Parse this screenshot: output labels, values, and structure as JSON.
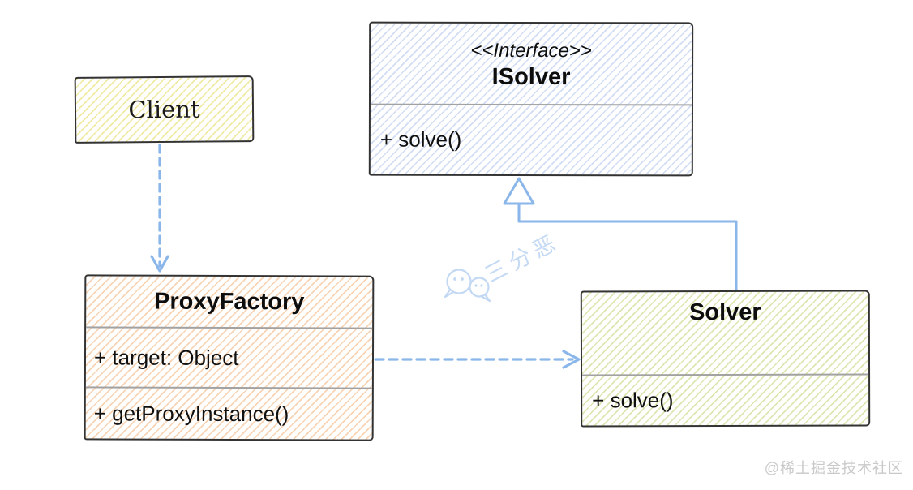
{
  "diagram_type": "uml-class-diagram",
  "classes": {
    "client": {
      "name": "Client"
    },
    "isolver": {
      "stereotype": "<<Interface>>",
      "name": "ISolver",
      "methods": [
        "+ solve()"
      ]
    },
    "proxy_factory": {
      "name": "ProxyFactory",
      "attributes": [
        "+ target: Object"
      ],
      "methods": [
        "+ getProxyInstance()"
      ]
    },
    "solver": {
      "name": "Solver",
      "methods": [
        "+ solve()"
      ]
    }
  },
  "relationships": [
    {
      "from": "Client",
      "to": "ProxyFactory",
      "type": "dashed-dependency-arrow"
    },
    {
      "from": "ProxyFactory",
      "to": "Solver",
      "type": "dashed-dependency-arrow"
    },
    {
      "from": "Solver",
      "to": "ISolver",
      "type": "realization-hollow-triangle"
    }
  ],
  "watermarks": {
    "center": "三分恶",
    "bottom_right": "@稀土掘金技术社区"
  },
  "colors": {
    "box_border": "#333333",
    "compartment_divider": "#a2a2a2",
    "client_hatch": "#e2db5a",
    "isolver_hatch": "#87a5e1",
    "proxy_factory_hatch": "#f0a564",
    "solver_hatch": "#b4cd5a",
    "arrow_blue": "#8ab6ea",
    "watermark_blue": "#c5daf4",
    "watermark_gray": "#c9c9c9",
    "background": "#ffffff"
  }
}
